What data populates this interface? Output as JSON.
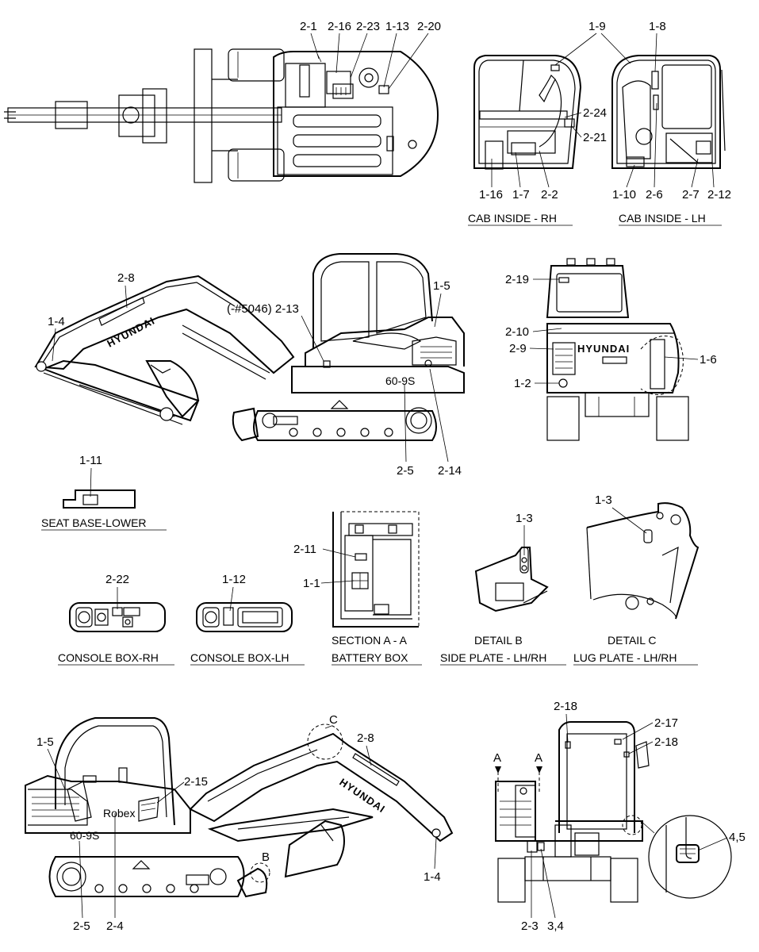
{
  "views": {
    "top": {
      "callouts": [
        "2-1",
        "2-16",
        "2-23",
        "1-13",
        "2-20"
      ]
    },
    "cab_rh": {
      "caption": "CAB INSIDE - RH",
      "callouts": [
        "1-9",
        "2-24",
        "2-21",
        "1-16",
        "1-7",
        "2-2"
      ]
    },
    "cab_lh": {
      "caption": "CAB INSIDE - LH",
      "callouts": [
        "1-8",
        "1-10",
        "2-6",
        "2-7",
        "2-12"
      ]
    },
    "side_lh": {
      "callouts": [
        "2-8",
        "1-4",
        "(-#5046) 2-13",
        "1-5",
        "2-5",
        "2-14"
      ],
      "brand": "HYUNDAI",
      "model": "60-9S"
    },
    "rear": {
      "callouts": [
        "2-19",
        "2-10",
        "2-9",
        "1-6",
        "1-2"
      ],
      "brand": "HYUNDAI"
    },
    "seat_base": {
      "caption": "SEAT BASE-LOWER",
      "callouts": [
        "1-11"
      ]
    },
    "console_rh": {
      "caption": "CONSOLE BOX-RH",
      "callouts": [
        "2-22"
      ]
    },
    "console_lh": {
      "caption": "CONSOLE BOX-LH",
      "callouts": [
        "1-12"
      ]
    },
    "battery": {
      "caption_top": "SECTION A - A",
      "caption": "BATTERY BOX",
      "callouts": [
        "2-11",
        "1-1"
      ]
    },
    "detail_b": {
      "caption_top": "DETAIL B",
      "caption": "SIDE PLATE - LH/RH",
      "callouts": [
        "1-3"
      ]
    },
    "detail_c": {
      "caption_top": "DETAIL C",
      "caption": "LUG PLATE - LH/RH",
      "callouts": [
        "1-3"
      ]
    },
    "side_rh": {
      "callouts": [
        "1-5",
        "2-15",
        "C",
        "2-8",
        "1-4",
        "B",
        "2-5",
        "2-4"
      ],
      "brand": "HYUNDAI",
      "model": "60-9S",
      "badge": "Robex"
    },
    "front": {
      "callouts": [
        "2-18",
        "2-17",
        "2-18",
        "A",
        "A",
        "4,5",
        "2-3",
        "3,4"
      ]
    }
  }
}
